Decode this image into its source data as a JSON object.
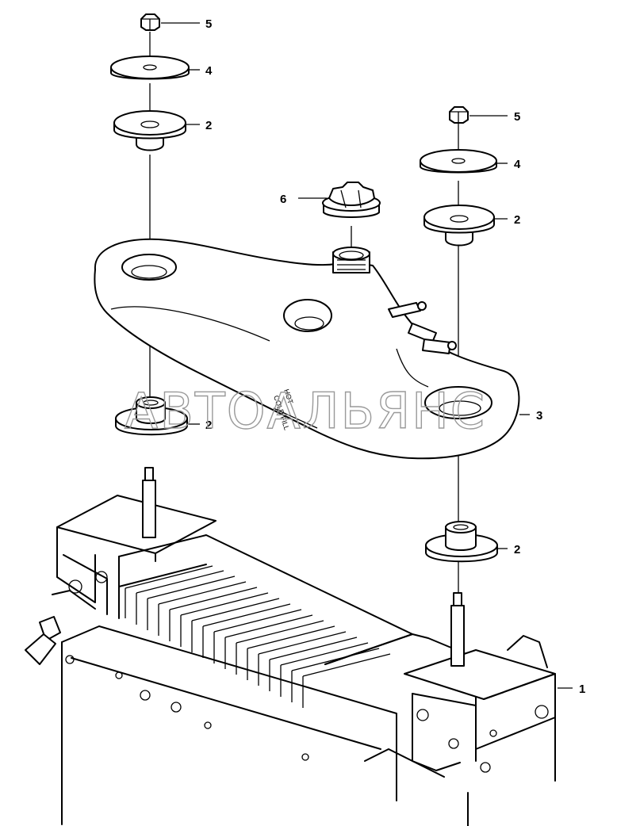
{
  "callouts": [
    {
      "id": "nut-left",
      "label": "5"
    },
    {
      "id": "washer-left",
      "label": "4"
    },
    {
      "id": "bush-upper-left",
      "label": "2"
    },
    {
      "id": "nut-right",
      "label": "5"
    },
    {
      "id": "washer-right",
      "label": "4"
    },
    {
      "id": "bush-upper-right",
      "label": "2"
    },
    {
      "id": "cap",
      "label": "6"
    },
    {
      "id": "tank",
      "label": "3"
    },
    {
      "id": "bush-lower-left",
      "label": "2"
    },
    {
      "id": "bush-lower-right",
      "label": "2"
    },
    {
      "id": "radiator",
      "label": "1"
    }
  ],
  "tank_markings": {
    "hot": "HOT",
    "cold_fill": "COLD FILL"
  },
  "watermark": "АВТОАЛЬЯНС"
}
